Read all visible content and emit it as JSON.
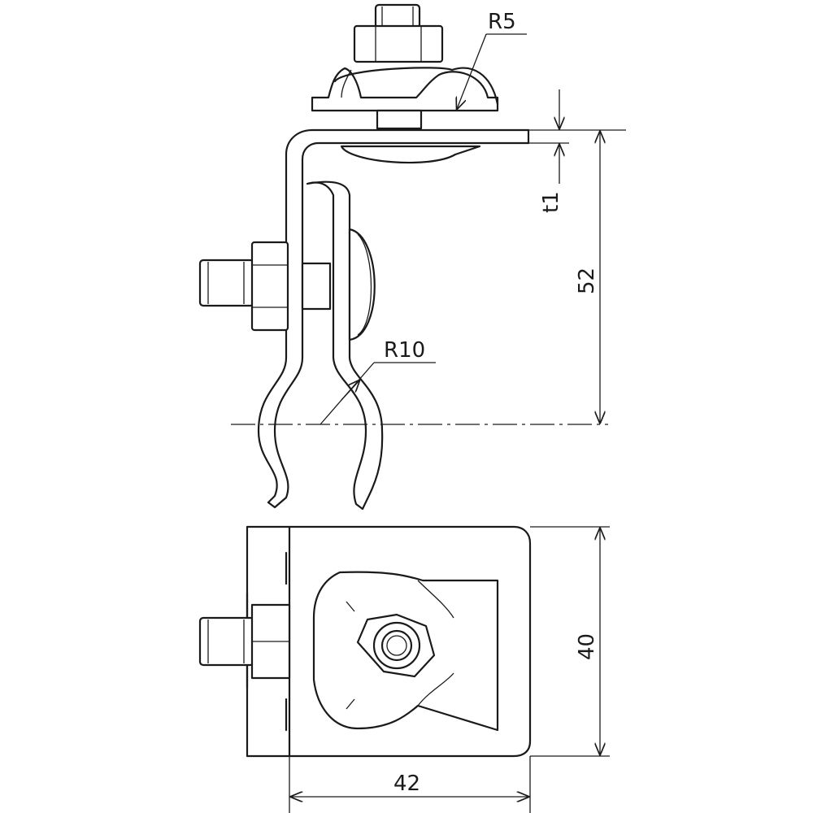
{
  "drawing": {
    "dimensions": {
      "radius_top": "R5",
      "thickness": "t1",
      "height": "52",
      "radius_clamp": "R10",
      "width_depth": "40",
      "width": "42"
    }
  }
}
